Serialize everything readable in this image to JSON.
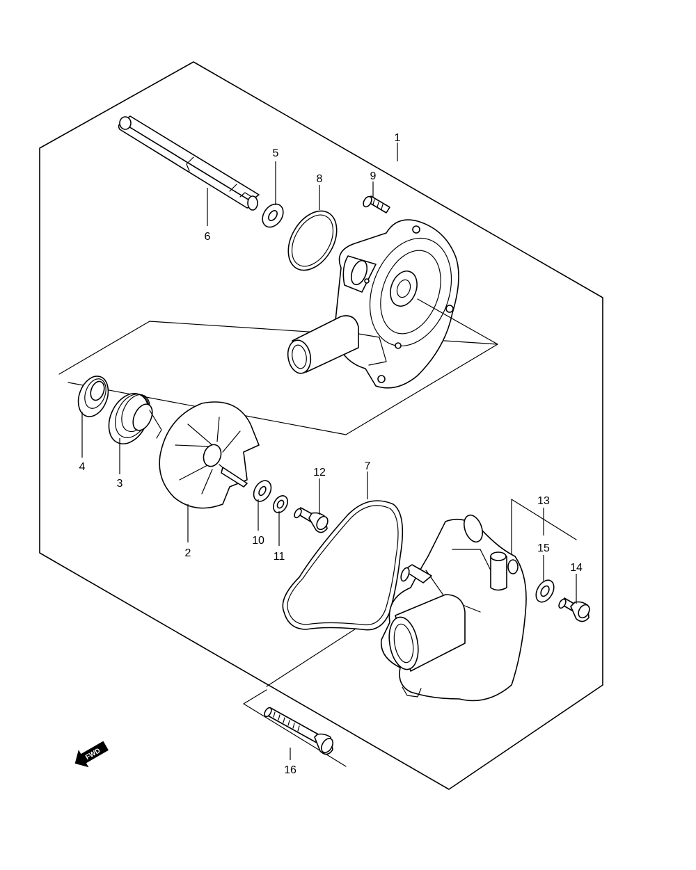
{
  "labels": {
    "p1": "1",
    "p2": "2",
    "p3": "3",
    "p4": "4",
    "p5": "5",
    "p6": "6",
    "p7": "7",
    "p8": "8",
    "p9": "9",
    "p10": "10",
    "p11": "11",
    "p12": "12",
    "p13": "13",
    "p14": "14",
    "p15": "15",
    "p16": "16"
  },
  "fwd_label": "FWD"
}
